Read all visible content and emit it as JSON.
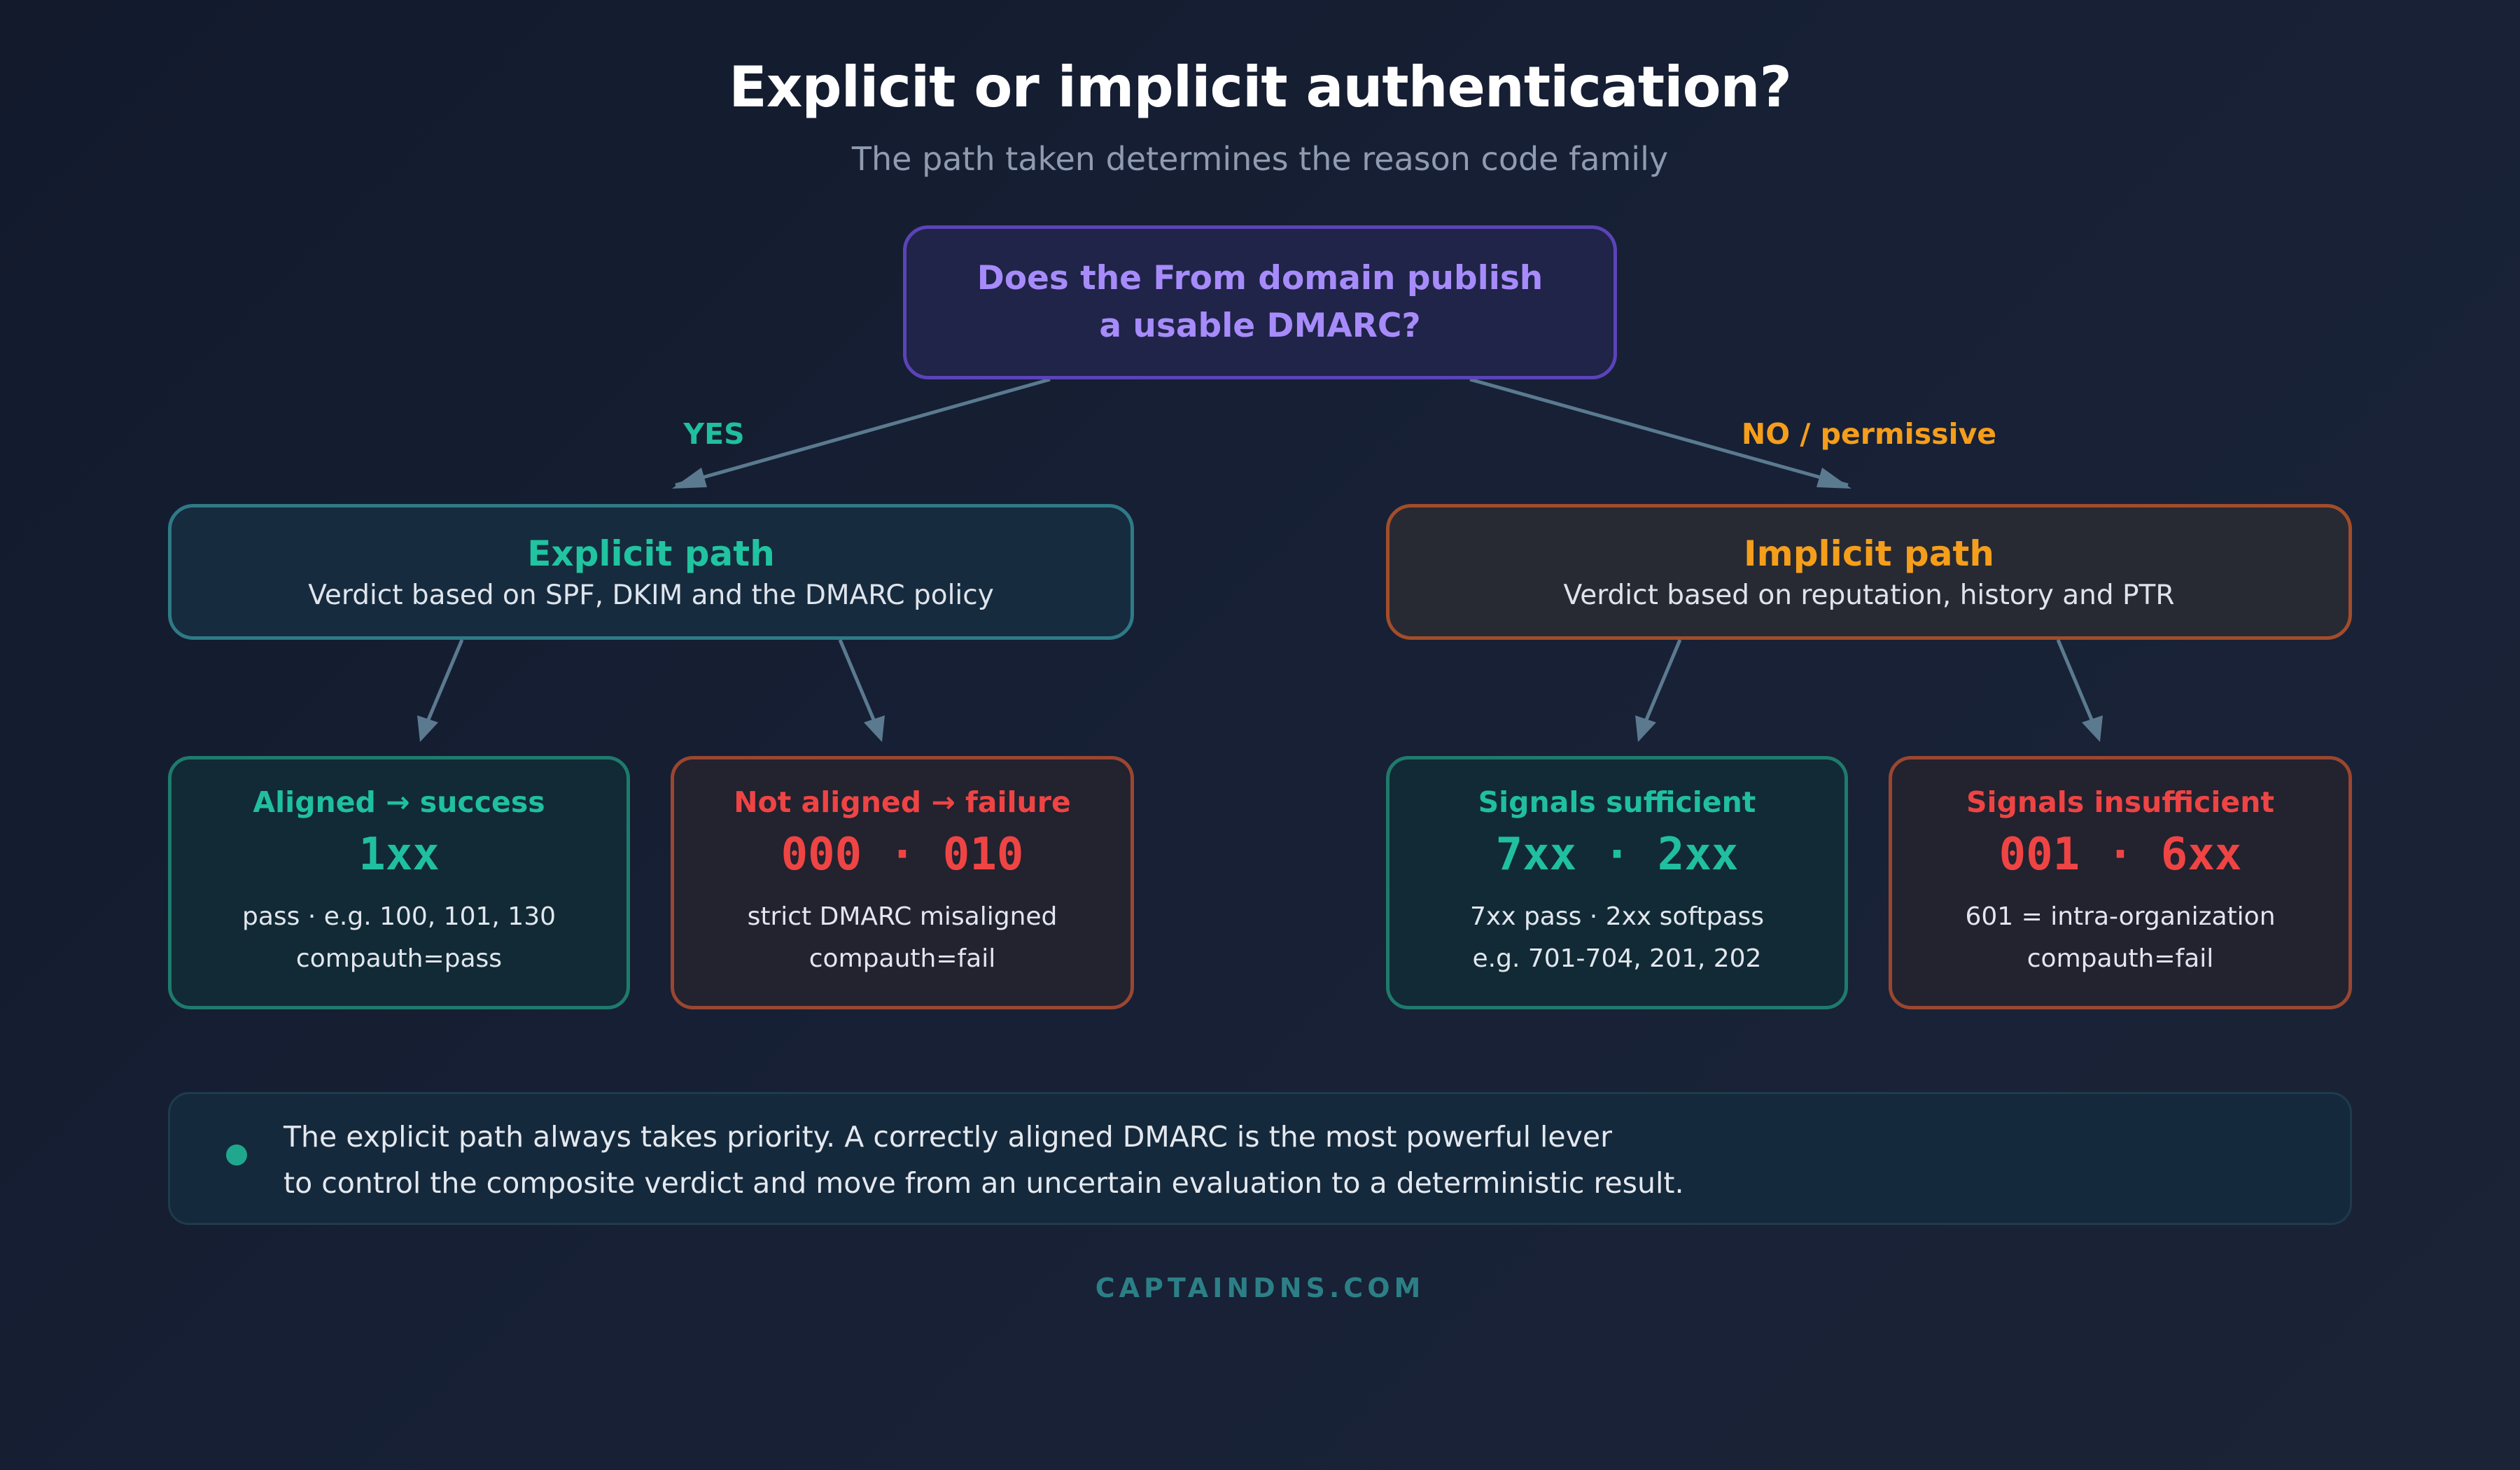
{
  "header": {
    "title": "Explicit or implicit authentication?",
    "subtitle": "The path taken determines the reason code family"
  },
  "question": {
    "line1": "Does the From domain publish",
    "line2": "a usable DMARC?"
  },
  "branches": {
    "yes_label": "YES",
    "no_label": "NO / permissive"
  },
  "explicit_path": {
    "title": "Explicit path",
    "description": "Verdict based on SPF, DKIM and the DMARC policy"
  },
  "implicit_path": {
    "title": "Implicit path",
    "description": "Verdict based on reputation, history and PTR"
  },
  "outcomes": {
    "aligned": {
      "title": "Aligned → success",
      "code": "1xx",
      "line1": "pass · e.g. 100, 101, 130",
      "line2": "compauth=pass"
    },
    "not_aligned": {
      "title": "Not aligned → failure",
      "code": "000 · 010",
      "line1": "strict DMARC misaligned",
      "line2": "compauth=fail"
    },
    "sufficient": {
      "title": "Signals sufficient",
      "code": "7xx · 2xx",
      "line1": "7xx pass · 2xx softpass",
      "line2": "e.g. 701-704, 201, 202"
    },
    "insufficient": {
      "title": "Signals insufficient",
      "code": "001 · 6xx",
      "line1": "601 = intra-organization",
      "line2": "compauth=fail"
    }
  },
  "note": {
    "line1": "The explicit path always takes priority. A correctly aligned DMARC is the most powerful lever",
    "line2": "to control the composite verdict and move from an uncertain evaluation to a deterministic result."
  },
  "footer": "CAPTAINDNS.COM",
  "colors": {
    "accent_green": "#20bfa0",
    "accent_orange": "#f59e1b",
    "accent_red": "#ef4444",
    "accent_purple": "#a78bfa",
    "connector": "#5b7a90"
  }
}
